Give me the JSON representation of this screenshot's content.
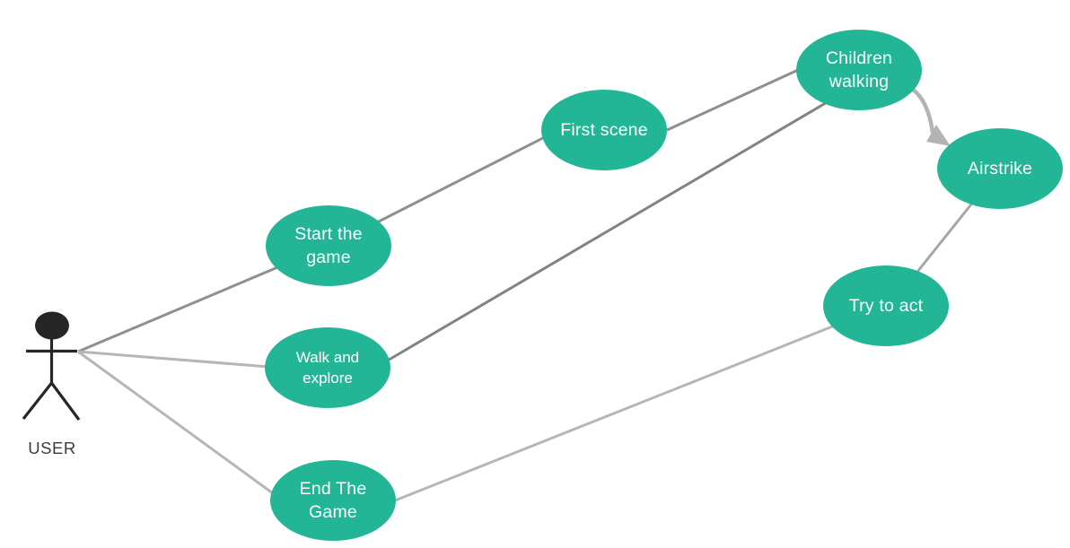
{
  "diagram_type": "use-case-diagram",
  "actor": {
    "label": "USER"
  },
  "nodes": {
    "start_game": {
      "label": "Start the game",
      "lines": [
        "Start the",
        "game"
      ]
    },
    "walk_explore": {
      "label": "Walk and explore",
      "lines": [
        "Walk and",
        "explore"
      ]
    },
    "end_game": {
      "label": "End The Game",
      "lines": [
        "End The",
        "Game"
      ]
    },
    "first_scene": {
      "label": "First scene",
      "lines": [
        "First scene"
      ]
    },
    "children_walking": {
      "label": "Children walking",
      "lines": [
        "Children",
        "walking"
      ]
    },
    "airstrike": {
      "label": "Airstrike",
      "lines": [
        "Airstrike"
      ]
    },
    "try_act": {
      "label": "Try to act",
      "lines": [
        "Try to act"
      ]
    }
  },
  "connectors": [
    {
      "from": "user",
      "to": "start_game",
      "shade": "dark",
      "arrow": false
    },
    {
      "from": "start_game",
      "to": "first_scene",
      "shade": "dark",
      "arrow": false
    },
    {
      "from": "first_scene",
      "to": "children_walking",
      "shade": "dark",
      "arrow": false
    },
    {
      "from": "walk_explore",
      "to": "children_walking",
      "shade": "dark",
      "arrow": false
    },
    {
      "from": "user",
      "to": "walk_explore",
      "shade": "light",
      "arrow": false
    },
    {
      "from": "user",
      "to": "end_game",
      "shade": "light",
      "arrow": false
    },
    {
      "from": "end_game",
      "to": "try_act",
      "shade": "light",
      "arrow": false
    },
    {
      "from": "try_act",
      "to": "airstrike",
      "shade": "medium",
      "arrow": false
    },
    {
      "from": "children_walking",
      "to": "airstrike",
      "shade": "light",
      "arrow": true
    }
  ],
  "colors": {
    "node_fill": "#22b596",
    "node_text": "#ffffff",
    "connector_dark": "#8f8f8f",
    "connector_light": "#b6b6b6",
    "connector_medium": "#a6a6a6",
    "arrow_gray": "#b3b3b3",
    "actor_figure": "#262626",
    "actor_label_text": "#3c3c3c",
    "background": "#ffffff"
  }
}
